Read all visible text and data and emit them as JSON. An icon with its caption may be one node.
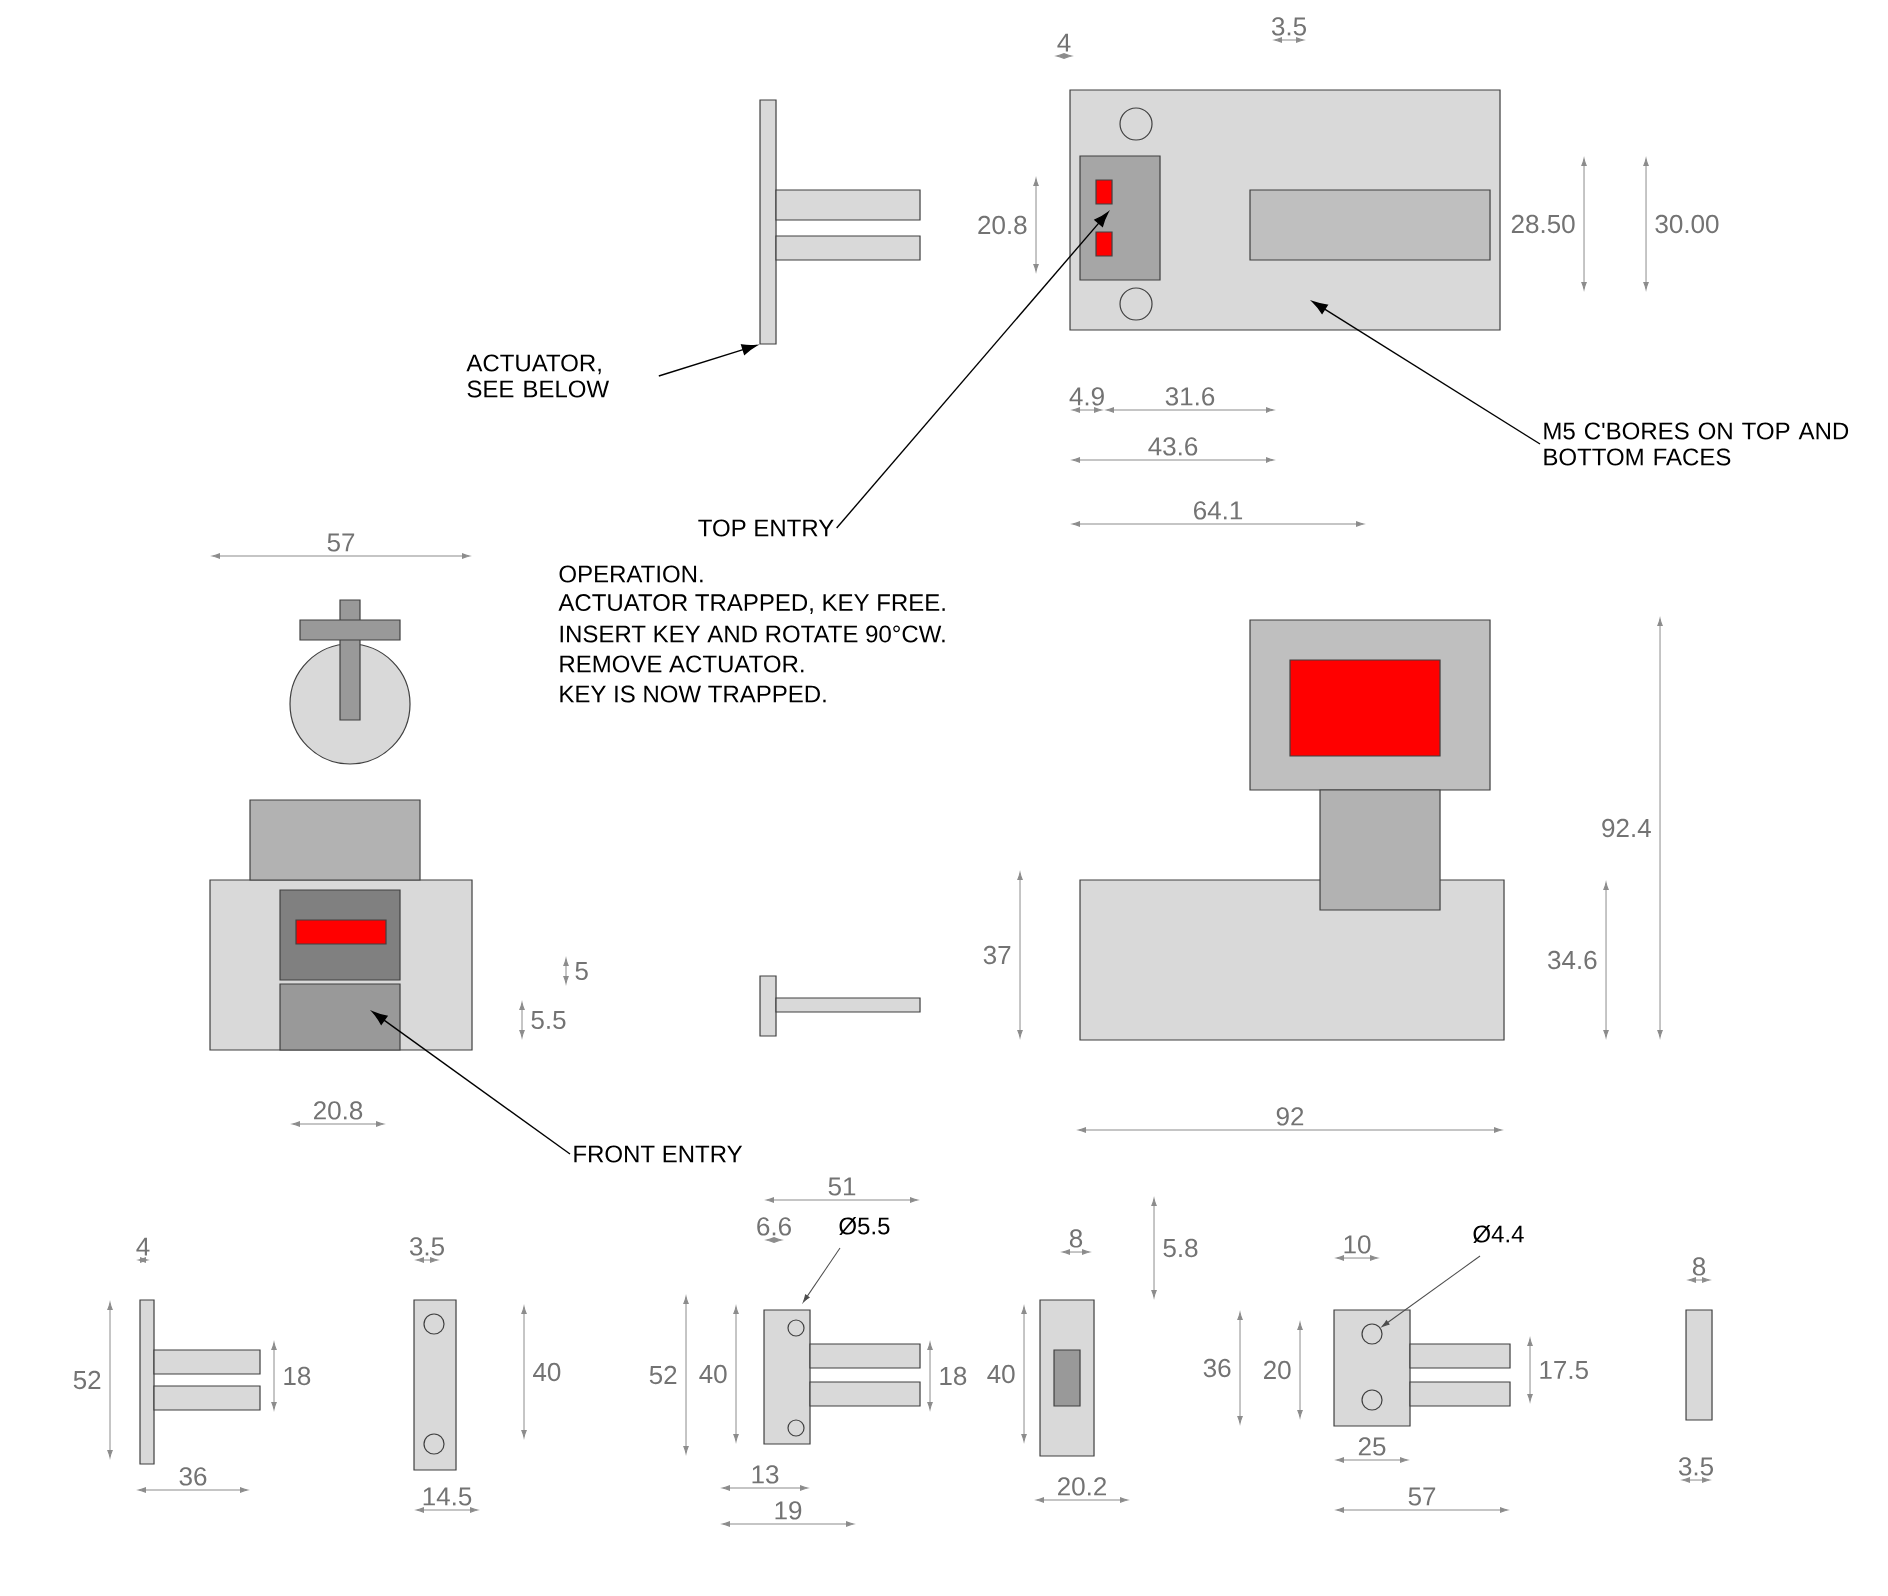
{
  "diagram": {
    "nodes": [
      {
        "text": [
          "ACTUATOR, SEE BELOW"
        ]
      },
      {
        "text": [
          "TOP ENTRY"
        ]
      },
      {
        "text": [
          "M5 C'BORES ON TOP AND BOTTOM FACES"
        ]
      },
      {
        "text": [
          "FRONT ENTRY"
        ]
      },
      {
        "text": [],
        "shape": "picture"
      }
    ],
    "edges": [
      {
        "from": 0,
        "to": 4,
        "arrow": "to"
      },
      {
        "from": 1,
        "to": null,
        "arrow": "to"
      },
      {
        "from": 2,
        "to": null,
        "arrow": "to"
      },
      {
        "from": 3,
        "to": null,
        "arrow": "to"
      }
    ],
    "labels": [
      "4",
      "3.5",
      "20.8",
      "28.50",
      "30.00",
      "4.9",
      "31.6",
      "43.6",
      "64.1",
      "57",
      "OPERATION.",
      "ACTUATOR TRAPPED, KEY FREE.",
      "INSERT KEY AND ROTATE 90°CW.",
      "REMOVE ACTUATOR.",
      "KEY IS NOW TRAPPED.",
      "92.4",
      "5",
      "37",
      "34.6",
      "5.5",
      "20.8",
      "92",
      "4",
      "3.5",
      "51",
      "5.8",
      "6.6",
      "Ø5.5",
      "8",
      "10",
      "Ø4.4",
      "8",
      "52",
      "18",
      "40",
      "52",
      "40",
      "18",
      "40",
      "36",
      "20",
      "17.5",
      "36",
      "14.5",
      "13",
      "25",
      "19",
      "20.2",
      "57",
      "3.5"
    ]
  }
}
